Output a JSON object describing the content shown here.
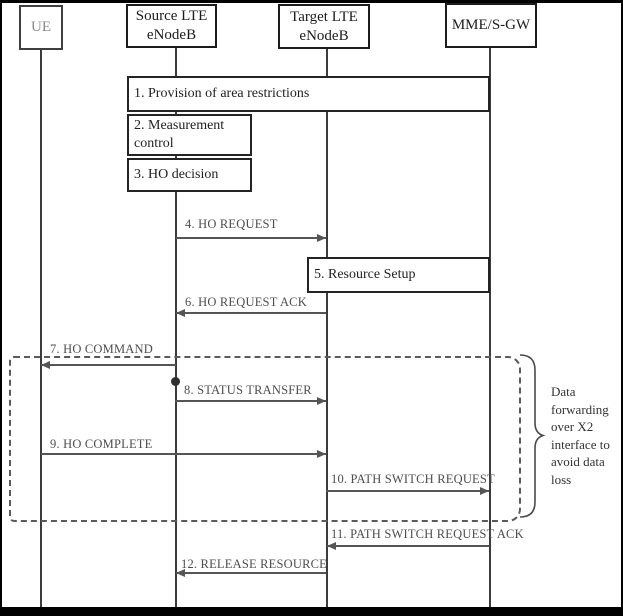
{
  "actors": [
    {
      "name": "UE"
    },
    {
      "name": "Source LTE eNodeB"
    },
    {
      "name": "Target LTE eNodeB"
    },
    {
      "name": "MME/S-GW"
    }
  ],
  "steps": {
    "s1": "1. Provision of area restrictions",
    "s2": "2. Measurement control",
    "s3": "3. HO decision",
    "s5": "5. Resource Setup"
  },
  "messages": {
    "m4": "4. HO REQUEST",
    "m6": "6. HO REQUEST ACK",
    "m7": "7. HO COMMAND",
    "m8": "8. STATUS TRANSFER",
    "m9": "9. HO COMPLETE",
    "m10": "10. PATH SWITCH REQUEST",
    "m11": "11. PATH SWITCH REQUEST ACK",
    "m12": "12. RELEASE RESOURCE"
  },
  "annotation": "Data forwarding over X2 interface to avoid data loss",
  "colors": {
    "background": "#ffffff",
    "frame": "#000000",
    "box_fill": "#ffffff",
    "box_border": "#1c1c1c",
    "message": "#4d4d4d",
    "line": "#555555",
    "dashed_border": "#5a5a5a"
  }
}
